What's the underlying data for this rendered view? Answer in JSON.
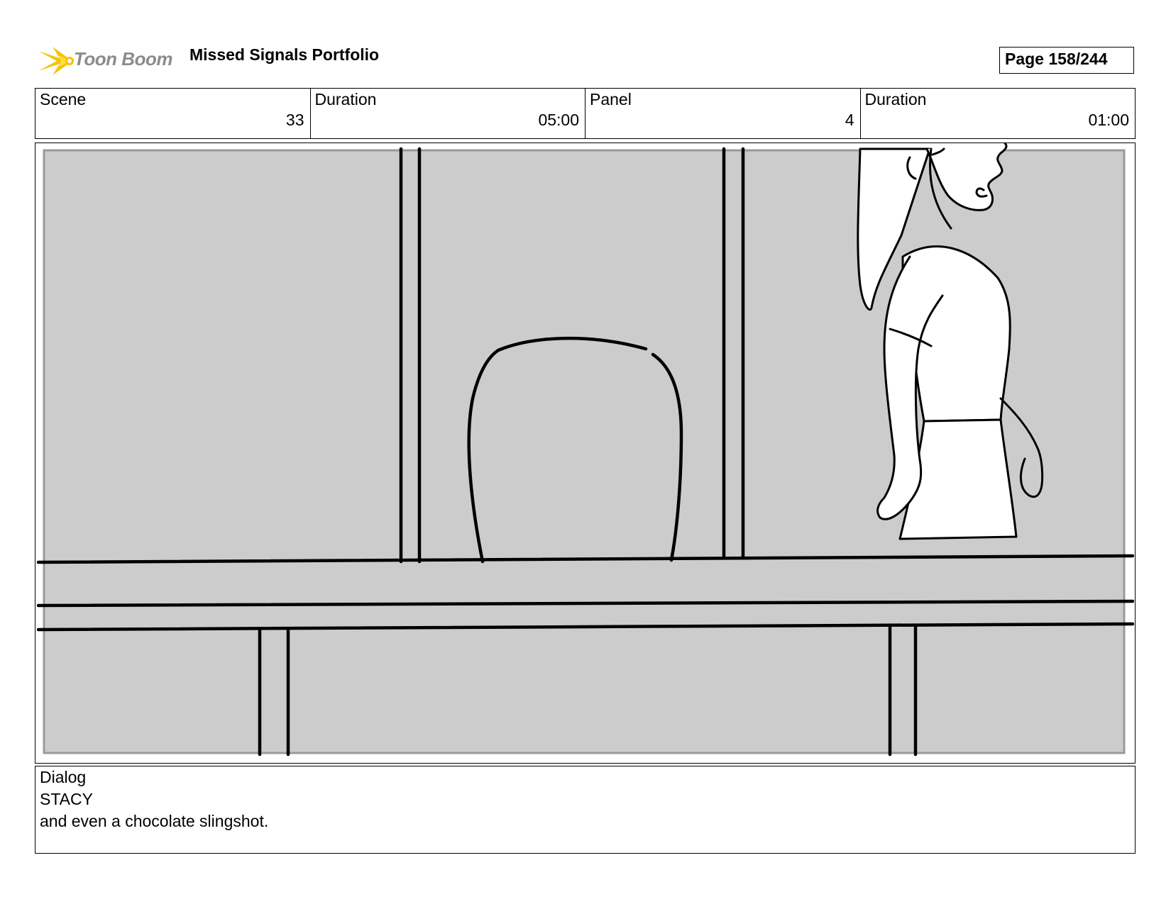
{
  "header": {
    "logo_text": "Toon Boom",
    "doc_title": "Missed Signals Portfolio",
    "page_label": "Page 158/244"
  },
  "info": {
    "scene_label": "Scene",
    "scene_value": "33",
    "scene_duration_label": "Duration",
    "scene_duration_value": "05:00",
    "panel_label": "Panel",
    "panel_value": "4",
    "panel_duration_label": "Duration",
    "panel_duration_value": "01:00"
  },
  "dialog": {
    "label": "Dialog",
    "speaker": "STACY",
    "line": "and even a chocolate slingshot."
  },
  "colors": {
    "logo_accent": "#f5c400",
    "panel_background": "#cccccc"
  }
}
